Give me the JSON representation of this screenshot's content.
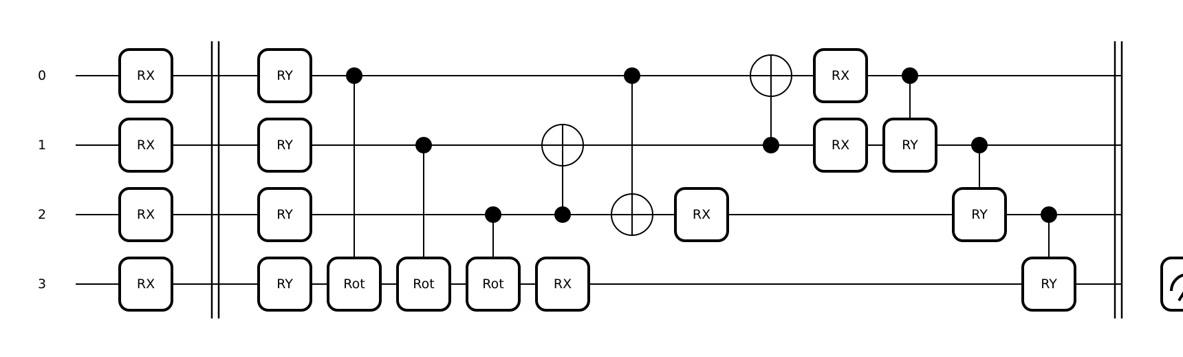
{
  "wires": [
    "0",
    "1",
    "2",
    "3"
  ],
  "gates": [
    {
      "label": "RX",
      "wire": 0,
      "col": 0
    },
    {
      "label": "RX",
      "wire": 1,
      "col": 0
    },
    {
      "label": "RX",
      "wire": 2,
      "col": 0
    },
    {
      "label": "RX",
      "wire": 3,
      "col": 0
    },
    {
      "label": "RY",
      "wire": 0,
      "col": 2
    },
    {
      "label": "RY",
      "wire": 1,
      "col": 2
    },
    {
      "label": "RY",
      "wire": 2,
      "col": 2
    },
    {
      "label": "RY",
      "wire": 3,
      "col": 2
    },
    {
      "label": "Rot",
      "wire": 3,
      "col": 3,
      "control": 0
    },
    {
      "label": "Rot",
      "wire": 3,
      "col": 4,
      "control": 1
    },
    {
      "label": "Rot",
      "wire": 3,
      "col": 5,
      "control": 2
    },
    {
      "label": "RX",
      "wire": 3,
      "col": 6
    },
    {
      "label": "RX",
      "wire": 2,
      "col": 8
    },
    {
      "label": "RX",
      "wire": 0,
      "col": 10
    },
    {
      "label": "RX",
      "wire": 1,
      "col": 10
    },
    {
      "label": "RY",
      "wire": 1,
      "col": 11,
      "control": 0
    },
    {
      "label": "RY",
      "wire": 2,
      "col": 12,
      "control": 1
    },
    {
      "label": "RY",
      "wire": 3,
      "col": 13,
      "control": 2
    }
  ],
  "cnots": [
    {
      "control": 2,
      "target": 1,
      "col": 6
    },
    {
      "control": 0,
      "target": 2,
      "col": 7
    },
    {
      "control": 1,
      "target": 0,
      "col": 9
    }
  ],
  "barriers": [
    1,
    14
  ],
  "measurements": [
    {
      "wire": 3,
      "col": 15,
      "icon": "measure-meter-icon"
    }
  ]
}
